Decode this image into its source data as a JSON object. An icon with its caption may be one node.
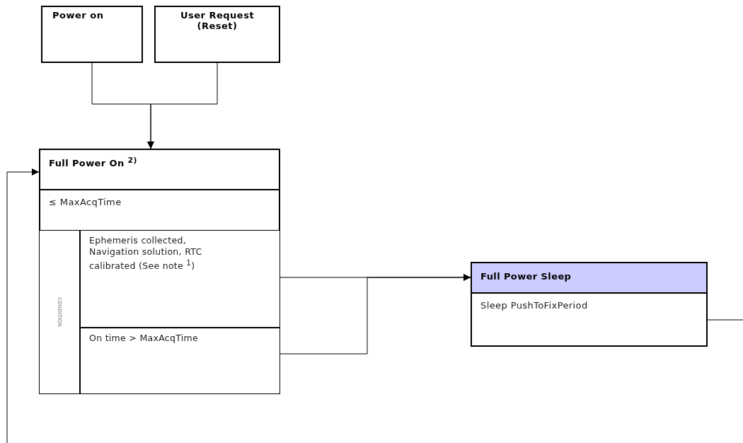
{
  "diagram": {
    "nodes": [
      {
        "text": [
          "Power on"
        ]
      },
      {
        "text": [
          "User Request (Reset)"
        ]
      },
      {
        "text": [
          "Full Power On $^{2)}$",
          "≤ MaxAcqTime"
        ]
      },
      {
        "text": [
          "CONDITION"
        ],
        "in": 2
      },
      {
        "text": [
          "Ephemeris collected, Navigation solution, RTC calibrated (See note $^{1}$)"
        ],
        "in": 2
      },
      {
        "text": [
          "On time > MaxAcqTime"
        ],
        "in": 2
      },
      {
        "text": [
          "Full Power Sleep",
          "Sleep PushToFixPeriod"
        ]
      }
    ],
    "edges": [
      {
        "from": 0,
        "to": 2,
        "arrow": "to"
      },
      {
        "from": 1,
        "to": 2,
        "arrow": "to"
      },
      {
        "from": 4,
        "to": 6,
        "arrow": "to"
      },
      {
        "from": 5,
        "to": 6,
        "arrow": "to"
      },
      {
        "from": 6,
        "to": null,
        "arrow": "none"
      },
      {
        "from": null,
        "to": 2,
        "arrow": "to"
      }
    ]
  }
}
